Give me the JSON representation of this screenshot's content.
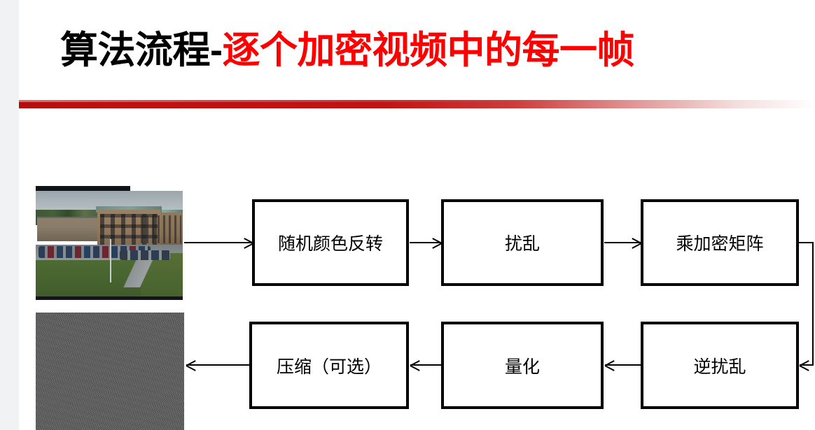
{
  "slide": {
    "title": {
      "prefix": "算法流程",
      "dash": "-",
      "highlight": "逐个加密视频中的每一帧",
      "full": "算法流程-逐个加密视频中的每一帧",
      "prefix_color": "#000000",
      "highlight_color": "#fe0000"
    },
    "rule": {
      "start_color": "#b30e0e",
      "end_color": "#ffffff"
    },
    "background_color": "#ffffff",
    "gutter_color": "#f1f2f4"
  },
  "images": {
    "original": {
      "label": "original-video-frame",
      "description": "建筑与停车场监控画面"
    },
    "encrypted": {
      "label": "encrypted-noise-frame",
      "description": "加密后的灰度噪声画面",
      "color": "#5a5a5a"
    }
  },
  "flow": {
    "boxes": [
      {
        "id": "invert",
        "label": "随机颜色反转"
      },
      {
        "id": "scramble",
        "label": "扰乱"
      },
      {
        "id": "matrix",
        "label": "乘加密矩阵"
      },
      {
        "id": "unscramble",
        "label": "逆扰乱"
      },
      {
        "id": "quantize",
        "label": "量化"
      },
      {
        "id": "compress",
        "label": "压缩（可选）"
      }
    ],
    "connections": [
      {
        "from": "original-frame",
        "to": "invert",
        "direction": "right"
      },
      {
        "from": "invert",
        "to": "scramble",
        "direction": "right"
      },
      {
        "from": "scramble",
        "to": "matrix",
        "direction": "right"
      },
      {
        "from": "matrix",
        "to": "unscramble",
        "direction": "wrap-right-down-left"
      },
      {
        "from": "unscramble",
        "to": "quantize",
        "direction": "left"
      },
      {
        "from": "quantize",
        "to": "compress",
        "direction": "left"
      },
      {
        "from": "compress",
        "to": "encrypted-frame",
        "direction": "left"
      }
    ]
  }
}
